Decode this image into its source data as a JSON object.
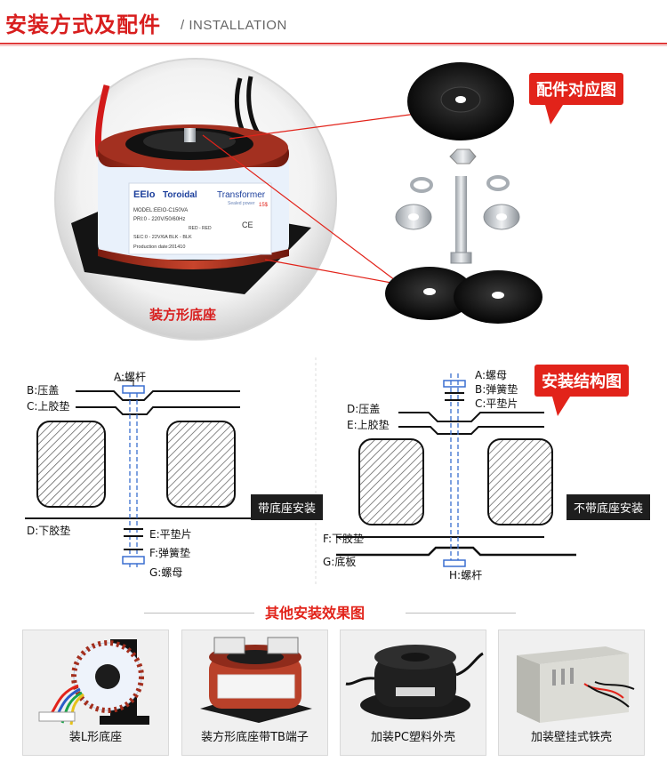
{
  "header": {
    "title": "安装方式及配件",
    "subtitle": "/ INSTALLATION"
  },
  "photo": {
    "callout_parts": "配件对应图",
    "base_caption": "装方形底座",
    "label": {
      "brand": "EEIo",
      "type": "Toroidal",
      "kind": "Transformer",
      "sub": "Sealed power",
      "badge": "15$",
      "model": "MODEL:EEIO-C150VA",
      "pri": "PRI:0 - 220V/50/60Hz",
      "red": "RED - RED",
      "sec": "SEC:0 - 22V/6A     BLK - BLK",
      "date": "Production date:201410",
      "ce": "CE"
    }
  },
  "diagram_left": {
    "a": "A:螺杆",
    "b": "B:压盖",
    "c": "C:上胶垫",
    "d": "D:下胶垫",
    "e": "E:平垫片",
    "f": "F:弹簧垫",
    "g": "G:螺母",
    "tag": "带底座安装"
  },
  "diagram_right": {
    "callout": "安装结构图",
    "a": "A:螺母",
    "b": "B:弹簧垫",
    "c": "C:平垫片",
    "d": "D:压盖",
    "e": "E:上胶垫",
    "f": "F:下胶垫",
    "g": "G:底板",
    "h": "H:螺杆",
    "tag": "不带底座安装"
  },
  "other": {
    "title": "其他安装效果图",
    "items": [
      {
        "caption": "装L形底座"
      },
      {
        "caption": "装方形底座带TB端子"
      },
      {
        "caption": "加装PC塑料外壳"
      },
      {
        "caption": "加装壁挂式铁壳"
      }
    ]
  },
  "colors": {
    "accent_red": "#e2231a",
    "dark_label": "#1e1e1e",
    "dash_blue": "#3a6fd0"
  }
}
